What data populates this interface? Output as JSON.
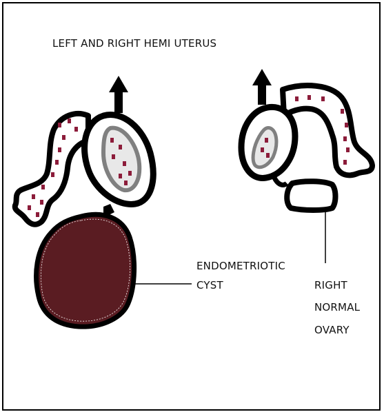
{
  "title": "LEFT AND RIGHT HEMI UTERUS",
  "labels": {
    "cyst_line1": "ENDOMETRIOTIC",
    "cyst_line2": "CYST",
    "ovary_line1": "RIGHT",
    "ovary_line2": "NORMAL",
    "ovary_line3": "OVARY"
  },
  "colors": {
    "outline": "#000000",
    "endometrial_spot": "#8c1c3a",
    "cyst_fill": "#5a1c22",
    "endometrium_ring": "#888888"
  },
  "icons": [
    "up-arrow-icon",
    "up-arrow-icon"
  ]
}
